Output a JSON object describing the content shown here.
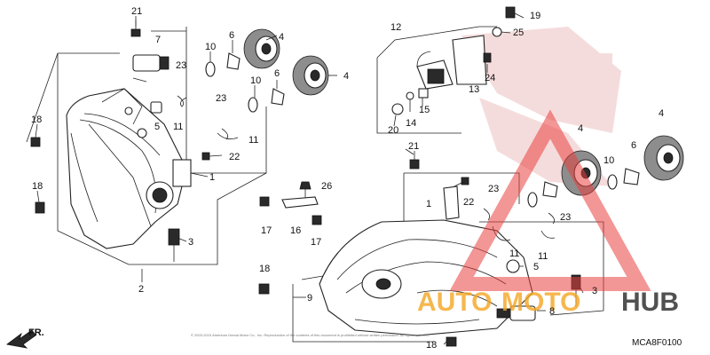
{
  "callouts": [
    {
      "id": "c21a",
      "text": "21"
    },
    {
      "id": "c7",
      "text": "7"
    },
    {
      "id": "c10a",
      "text": "10"
    },
    {
      "id": "c6a",
      "text": "6"
    },
    {
      "id": "c4a",
      "text": "4"
    },
    {
      "id": "c23a",
      "text": "23"
    },
    {
      "id": "c10b",
      "text": "10"
    },
    {
      "id": "c6b",
      "text": "6"
    },
    {
      "id": "c4b",
      "text": "4"
    },
    {
      "id": "c18a",
      "text": "18"
    },
    {
      "id": "c5a",
      "text": "5"
    },
    {
      "id": "c11a",
      "text": "11"
    },
    {
      "id": "c23b",
      "text": "23"
    },
    {
      "id": "c11b",
      "text": "11"
    },
    {
      "id": "c22a",
      "text": "22"
    },
    {
      "id": "c1a",
      "text": "1"
    },
    {
      "id": "c18b",
      "text": "18"
    },
    {
      "id": "c3a",
      "text": "3"
    },
    {
      "id": "c2",
      "text": "2"
    },
    {
      "id": "c17a",
      "text": "17"
    },
    {
      "id": "c16",
      "text": "16"
    },
    {
      "id": "c17b",
      "text": "17"
    },
    {
      "id": "c26",
      "text": "26"
    },
    {
      "id": "c18c",
      "text": "18"
    },
    {
      "id": "c9",
      "text": "9"
    },
    {
      "id": "c12",
      "text": "12"
    },
    {
      "id": "c19",
      "text": "19"
    },
    {
      "id": "c25",
      "text": "25"
    },
    {
      "id": "c13",
      "text": "13"
    },
    {
      "id": "c24",
      "text": "24"
    },
    {
      "id": "c15",
      "text": "15"
    },
    {
      "id": "c14",
      "text": "14"
    },
    {
      "id": "c20",
      "text": "20"
    },
    {
      "id": "c21b",
      "text": "21"
    },
    {
      "id": "c22b",
      "text": "22"
    },
    {
      "id": "c1b",
      "text": "1"
    },
    {
      "id": "c23c",
      "text": "23"
    },
    {
      "id": "c4c",
      "text": "4"
    },
    {
      "id": "c4d",
      "text": "4"
    },
    {
      "id": "c6c",
      "text": "6"
    },
    {
      "id": "c10c",
      "text": "10"
    },
    {
      "id": "c23d",
      "text": "23"
    },
    {
      "id": "c11c",
      "text": "11"
    },
    {
      "id": "c11d",
      "text": "11"
    },
    {
      "id": "c5b",
      "text": "5"
    },
    {
      "id": "c3b",
      "text": "3"
    },
    {
      "id": "c8",
      "text": "8"
    },
    {
      "id": "c18d",
      "text": "18"
    }
  ],
  "front_arrow": "FR.",
  "diagram_code": "MCA8F0100",
  "copyright": "© 2003-2019 American Honda Motor Co., Inc. Reproduction of the contents of this document is prohibited without written permission. All rights reserved.",
  "watermark": {
    "text_auto": "AUTO",
    "text_moto": "MOTO",
    "text_hub": "HUB",
    "colors": {
      "orange": "#f5a623",
      "dark": "#333333",
      "red": "#e8423f"
    }
  }
}
